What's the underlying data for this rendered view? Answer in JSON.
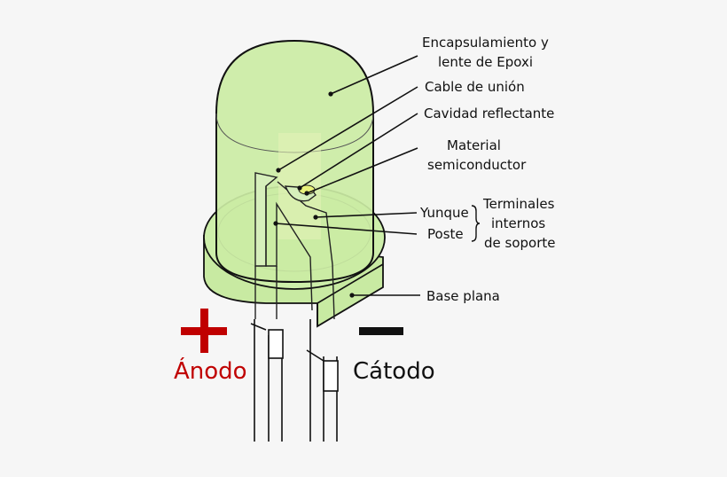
{
  "labels": {
    "epoxy_line1": "Encapsulamiento y",
    "epoxy_line2": "lente de Epoxi",
    "bond_wire": "Cable de unión",
    "reflective_cavity": "Cavidad reflectante",
    "semi_line1": "Material",
    "semi_line2": "semiconductor",
    "anvil": "Yunque",
    "post": "Poste",
    "leadframe_line1": "Terminales",
    "leadframe_line2": "internos",
    "leadframe_line3": "de soporte",
    "flat_base": "Base plana",
    "anode": "Ánodo",
    "cathode": "Cátodo"
  },
  "colors": {
    "epoxy_fill": "#c8eaa2",
    "outline": "#111111",
    "anode_red": "#c00000",
    "cathode_black": "#111111"
  }
}
